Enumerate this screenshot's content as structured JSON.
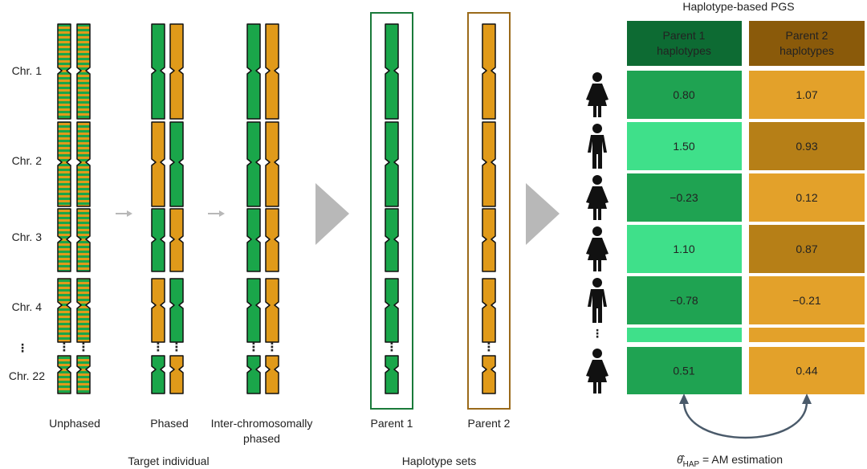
{
  "chromosome_labels": [
    "Chr. 1",
    "Chr. 2",
    "Chr. 3",
    "Chr. 4",
    "⋮",
    "Chr. 22"
  ],
  "stage_labels": {
    "unphased": "Unphased",
    "phased": "Phased",
    "inter_line1": "Inter-chromosomally",
    "inter_line2": "phased",
    "target_individual": "Target individual",
    "parent1": "Parent 1",
    "parent2": "Parent 2",
    "haplotype_sets": "Haplotype sets"
  },
  "table": {
    "title": "Haplotype-based PGS",
    "header_parent1_line1": "Parent 1",
    "header_parent1_line2": "haplotypes",
    "header_parent2_line1": "Parent 2",
    "header_parent2_line2": "haplotypes",
    "rows": [
      {
        "p1": "0.80",
        "p2": "1.07",
        "sex": "female"
      },
      {
        "p1": "1.50",
        "p2": "0.93",
        "sex": "male"
      },
      {
        "p1": "−0.23",
        "p2": "0.12",
        "sex": "female"
      },
      {
        "p1": "1.10",
        "p2": "0.87",
        "sex": "female"
      },
      {
        "p1": "−0.78",
        "p2": "−0.21",
        "sex": "male"
      },
      {
        "p1": "0.51",
        "p2": "0.44",
        "sex": "female"
      }
    ],
    "ellipsis": "⋮"
  },
  "footer": {
    "theta_symbol": "θ̂",
    "theta_subscript": "HAP",
    "theta_rest": " = AM estimation"
  },
  "colors": {
    "green": "#1aa64a",
    "orange": "#e09a1a",
    "header_green": "#0d6b33",
    "header_orange": "#8a5a0a",
    "cell_green_dark": "#1fa352",
    "cell_green_light": "#3fe08a",
    "cell_orange_light": "#e3a12a",
    "cell_orange_dark": "#b67f17",
    "box_green": "#1a7a3a",
    "box_orange": "#9a6a1a",
    "arrow_gray": "#b8b8b8"
  }
}
